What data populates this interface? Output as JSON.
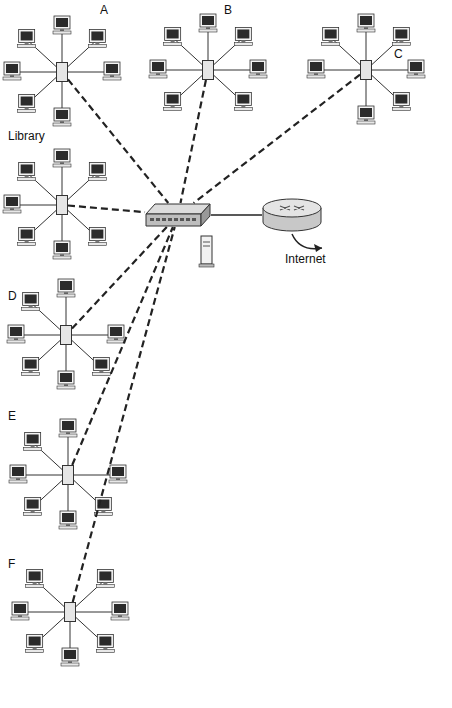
{
  "diagram": {
    "nodes": [
      {
        "text": [
          "A"
        ]
      },
      {
        "text": [
          "B"
        ]
      },
      {
        "text": [
          "C"
        ]
      },
      {
        "text": [
          "Library"
        ]
      },
      {
        "text": []
      },
      {
        "text": [
          "Internet"
        ]
      },
      {
        "text": [
          "D"
        ]
      },
      {
        "text": [
          "E"
        ]
      },
      {
        "text": [
          "F"
        ]
      }
    ],
    "edges": [
      {
        "from": 0,
        "to": 4,
        "arrow": "none"
      },
      {
        "from": 1,
        "to": 4,
        "arrow": "none"
      },
      {
        "from": 2,
        "to": 4,
        "arrow": "none"
      },
      {
        "from": 3,
        "to": 4,
        "arrow": "none"
      },
      {
        "from": 4,
        "to": 5,
        "arrow": "none"
      },
      {
        "from": 6,
        "to": 4,
        "arrow": "none"
      },
      {
        "from": 7,
        "to": 4,
        "arrow": "none"
      },
      {
        "from": 8,
        "to": 4,
        "arrow": "none"
      }
    ]
  }
}
